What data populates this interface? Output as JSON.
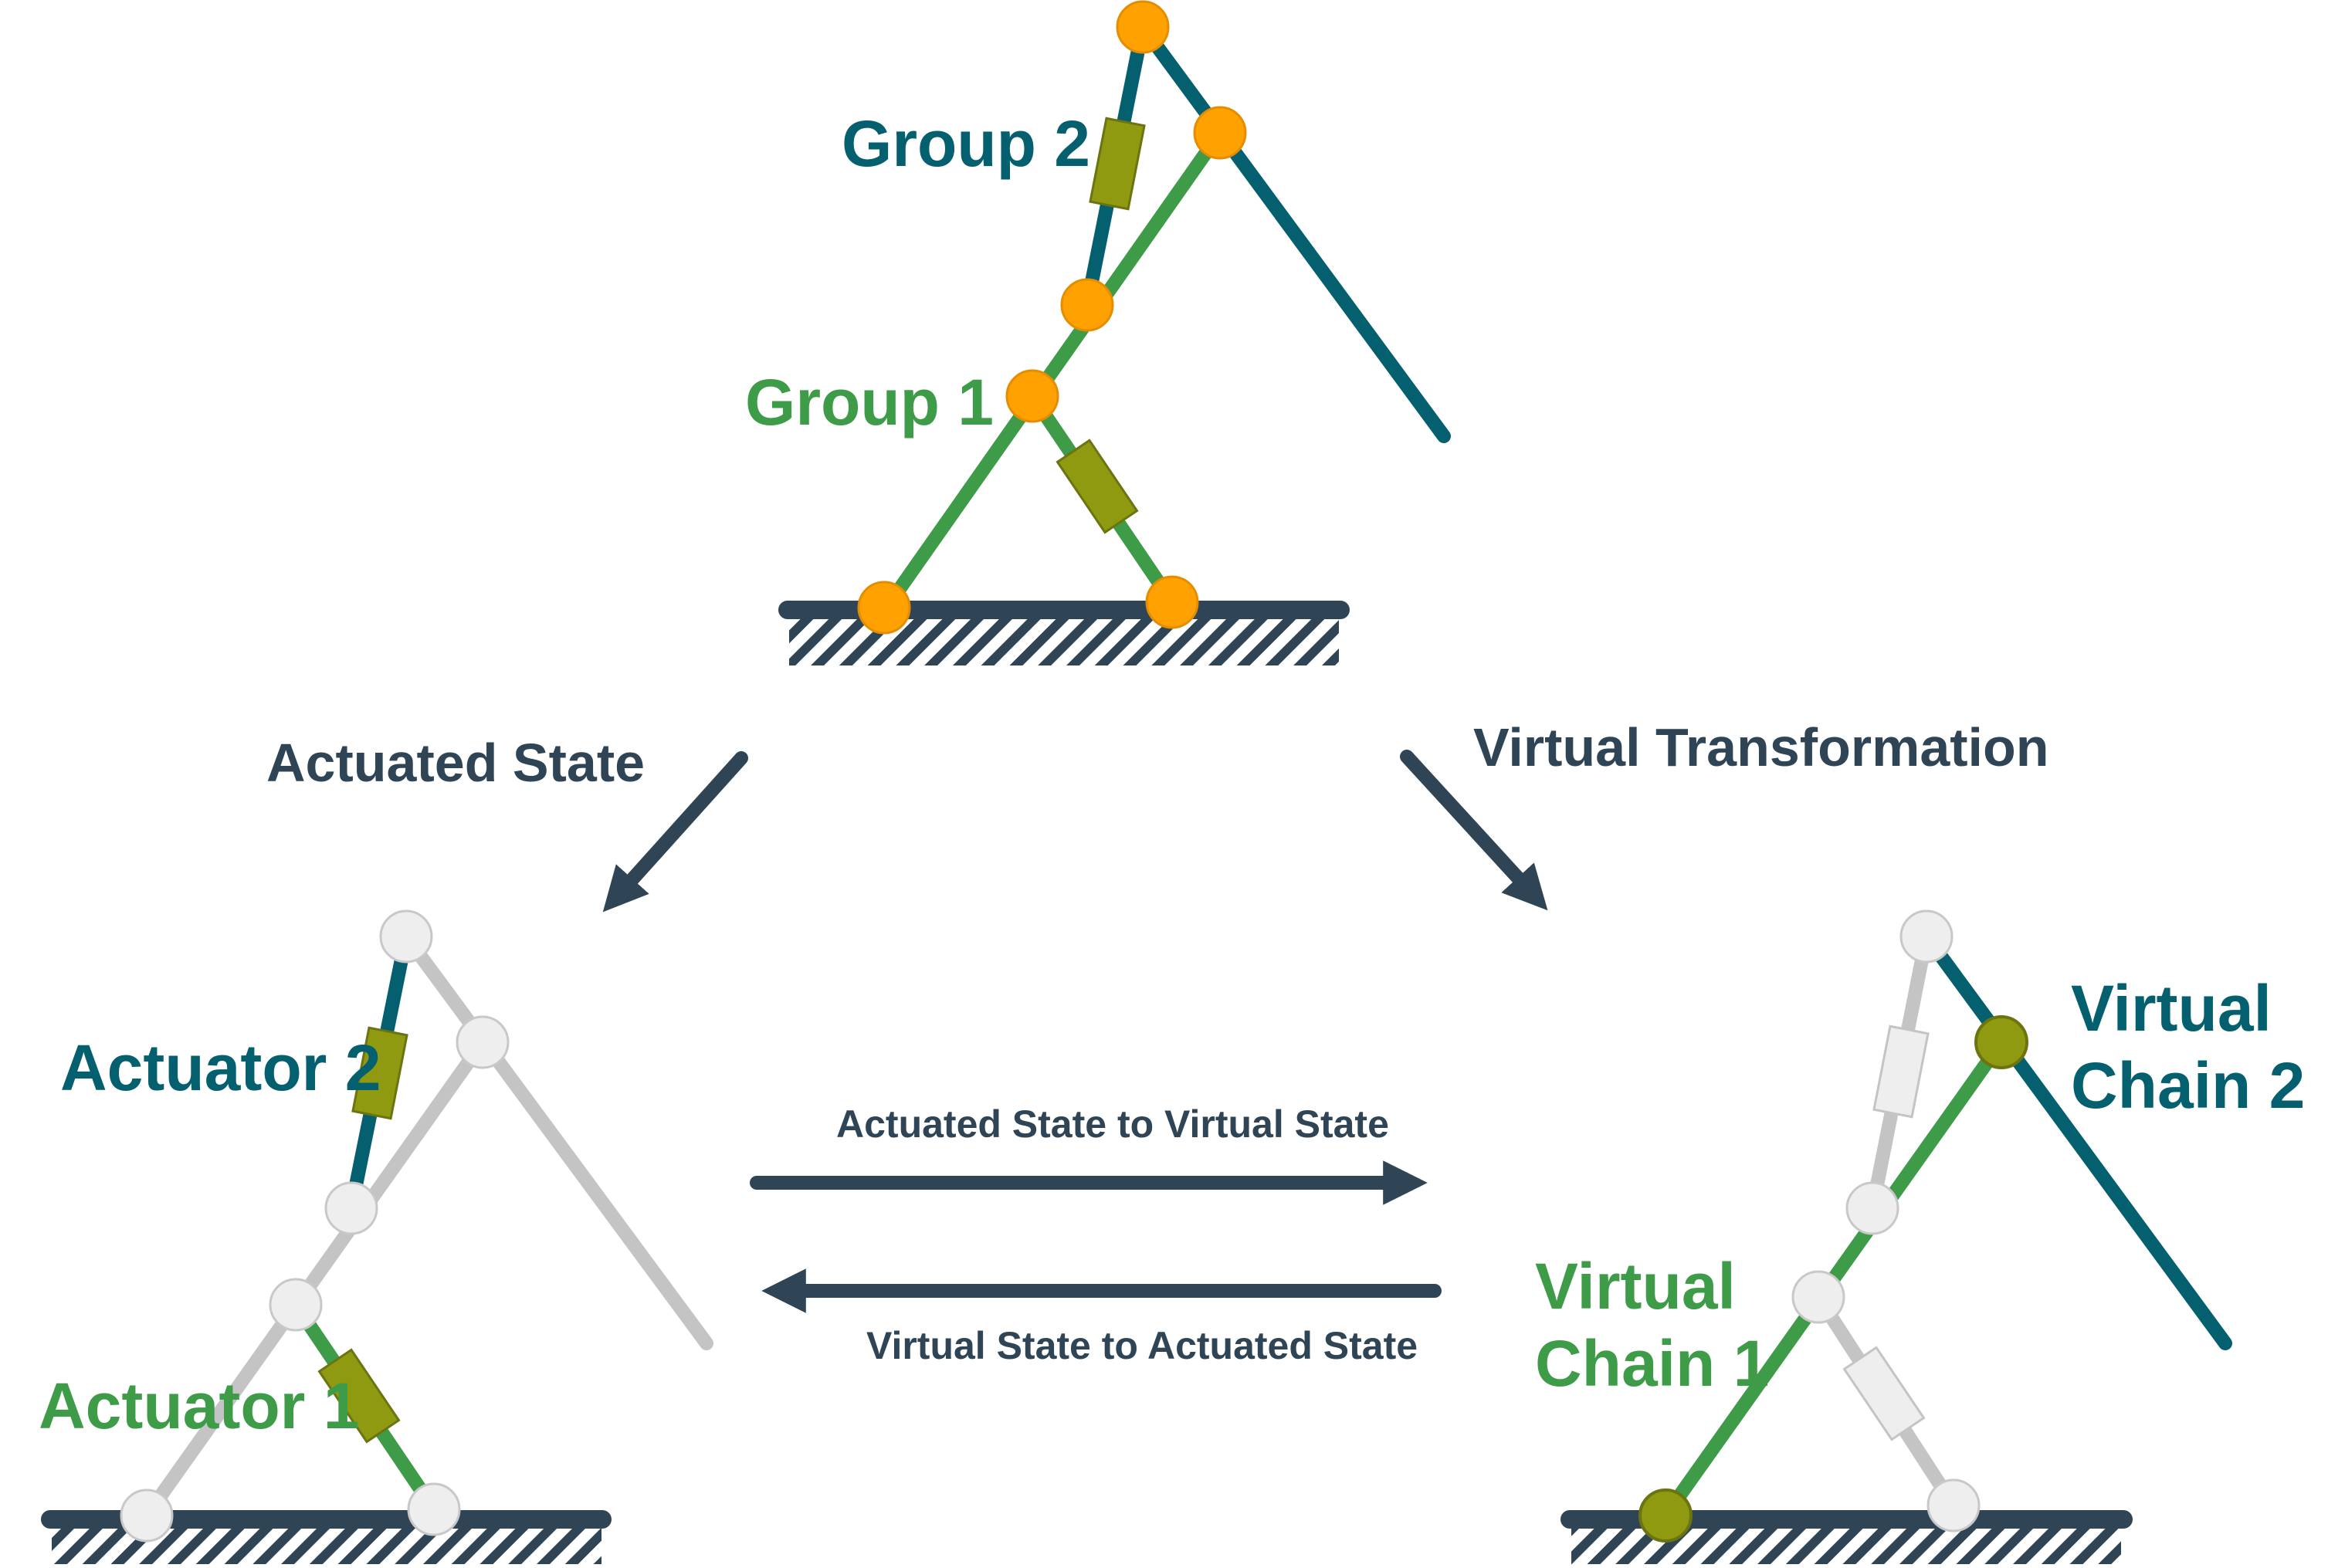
{
  "colors": {
    "teal": "#045f6e",
    "green": "#3e9b48",
    "gray": "#c4c4c4",
    "orange": "#ffa100",
    "olive": "#8f9a10",
    "olive_dark": "#6b7410",
    "joint_light": "#eeeeee",
    "navy": "#2f4556",
    "hatch": "#2f4556"
  },
  "top": {
    "group2_label": "Group 2",
    "group1_label": "Group 1"
  },
  "arrows": {
    "actuated_state_label": "Actuated State",
    "virtual_transformation_label": "Virtual Transformation",
    "forward_label": "Actuated State to Virtual State",
    "backward_label": "Virtual State to Actuated State"
  },
  "left": {
    "actuator2_label": "Actuator 2",
    "actuator1_label": "Actuator 1"
  },
  "right": {
    "virtual_chain2_line1": "Virtual",
    "virtual_chain2_line2": "Chain 2",
    "virtual_chain1_line1": "Virtual",
    "virtual_chain1_line2": "Chain 1"
  }
}
